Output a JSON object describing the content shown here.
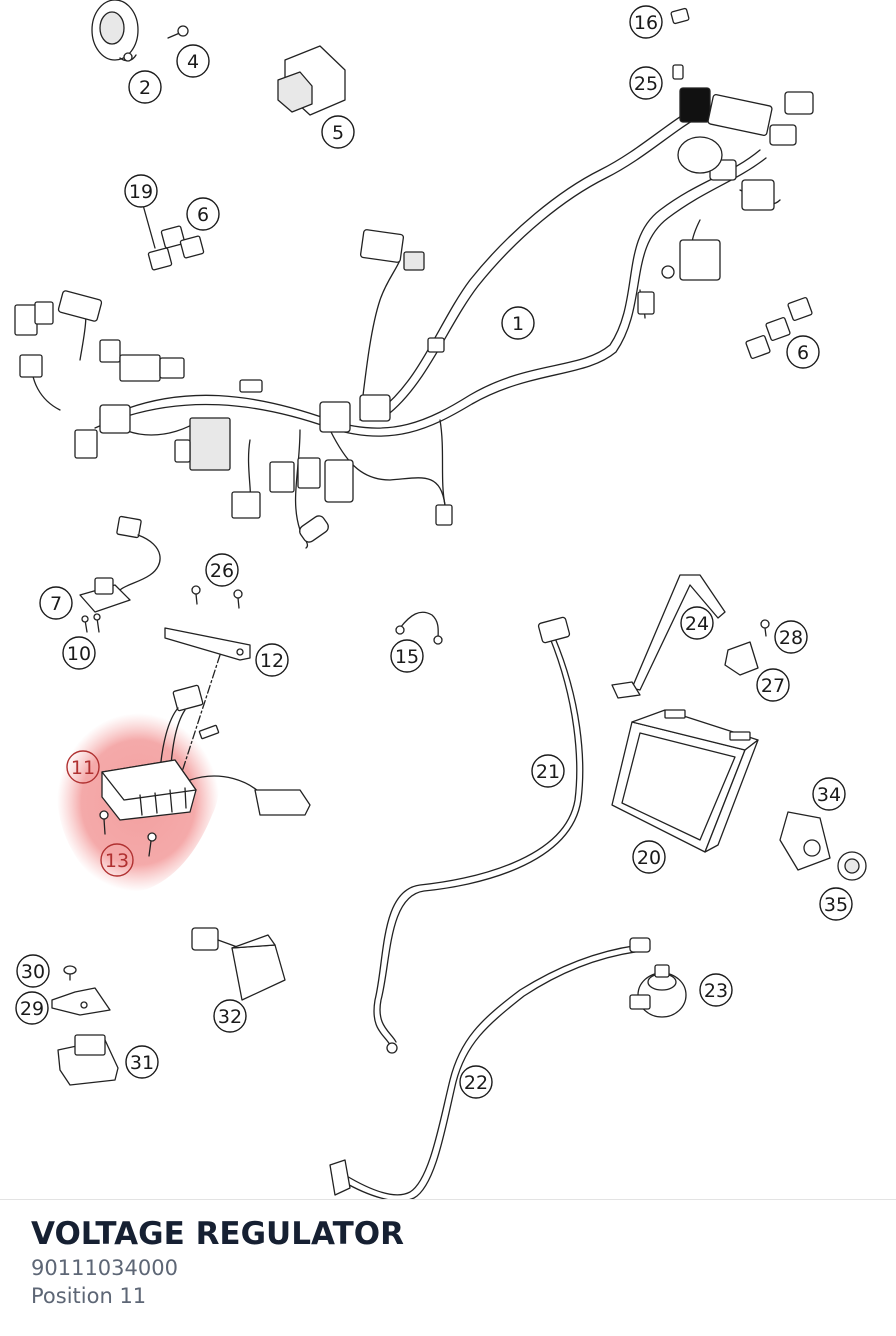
{
  "diagram": {
    "highlight_color": "#f2a0a0",
    "highlight_text_color": "#b03030",
    "line_color": "#222222",
    "callouts": [
      {
        "label": "1",
        "part": "main-wiring-harness"
      },
      {
        "label": "2",
        "part": "horn"
      },
      {
        "label": "4",
        "part": "screw"
      },
      {
        "label": "5",
        "part": "relay"
      },
      {
        "label": "6",
        "part": "fuse"
      },
      {
        "label": "6",
        "part": "fuse"
      },
      {
        "label": "7",
        "part": "sensor-cable"
      },
      {
        "label": "10",
        "part": "screw"
      },
      {
        "label": "11",
        "part": "voltage-regulator",
        "highlighted": true
      },
      {
        "label": "12",
        "part": "bracket"
      },
      {
        "label": "13",
        "part": "screw",
        "highlighted": true
      },
      {
        "label": "15",
        "part": "ground-cable"
      },
      {
        "label": "16",
        "part": "connector"
      },
      {
        "label": "19",
        "part": "fuse"
      },
      {
        "label": "20",
        "part": "battery"
      },
      {
        "label": "21",
        "part": "battery-cable"
      },
      {
        "label": "22",
        "part": "starter-cable"
      },
      {
        "label": "23",
        "part": "starter-relay"
      },
      {
        "label": "24",
        "part": "battery-strap"
      },
      {
        "label": "25",
        "part": "connector"
      },
      {
        "label": "26",
        "part": "screw"
      },
      {
        "label": "27",
        "part": "clip"
      },
      {
        "label": "28",
        "part": "screw"
      },
      {
        "label": "29",
        "part": "bracket"
      },
      {
        "label": "30",
        "part": "screw"
      },
      {
        "label": "31",
        "part": "flasher-relay"
      },
      {
        "label": "32",
        "part": "control-unit"
      },
      {
        "label": "34",
        "part": "socket"
      },
      {
        "label": "35",
        "part": "grommet"
      }
    ]
  },
  "footer": {
    "title": "VOLTAGE REGULATOR",
    "part_number": "90111034000",
    "position": "Position 11"
  }
}
